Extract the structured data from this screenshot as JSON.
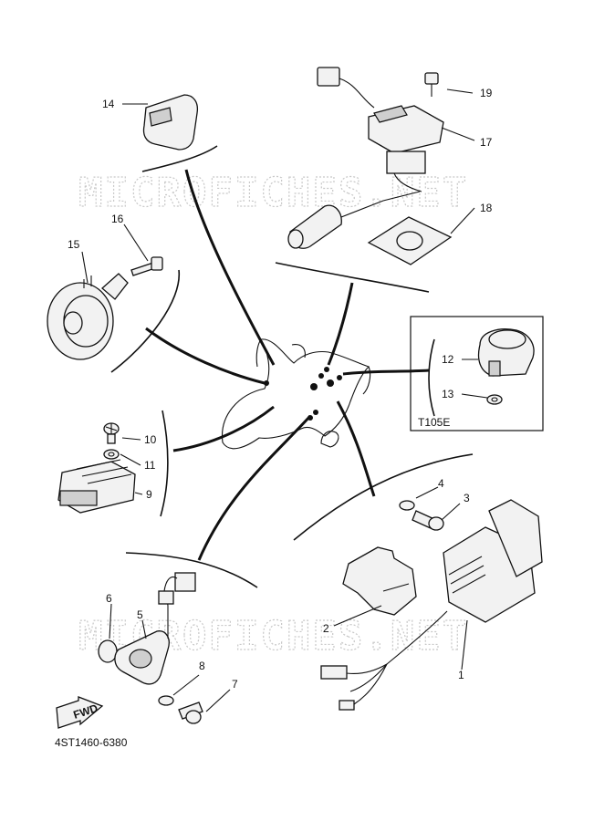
{
  "watermark": "MICROFICHES.NET",
  "inset_code": "T105E",
  "catalog_number": "4ST1460-6380",
  "fwd_label": "FWD",
  "callouts": [
    "1",
    "2",
    "3",
    "4",
    "5",
    "6",
    "7",
    "8",
    "9",
    "10",
    "11",
    "12",
    "13",
    "14",
    "15",
    "16",
    "17",
    "18",
    "19"
  ],
  "colors": {
    "line": "#111111",
    "watermark": "#c8c8c8",
    "part_fill": "#f2f2f2"
  }
}
